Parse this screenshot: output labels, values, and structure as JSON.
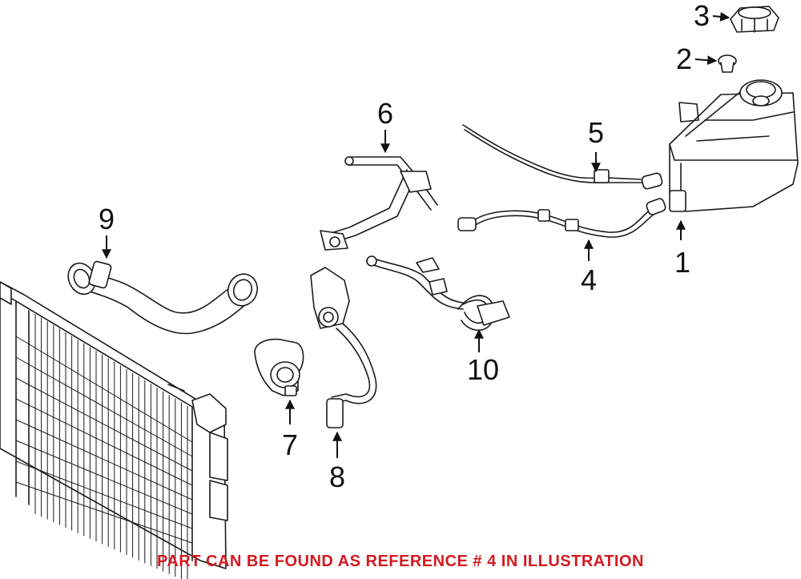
{
  "callouts": {
    "c1": "1",
    "c2": "2",
    "c3": "3",
    "c4": "4",
    "c5": "5",
    "c6": "6",
    "c7": "7",
    "c8": "8",
    "c9": "9",
    "c10": "10"
  },
  "footer": {
    "note": "PART CAN BE FOUND AS REFERENCE # 4 IN ILLUSTRATION",
    "color": "#d31a1f"
  }
}
